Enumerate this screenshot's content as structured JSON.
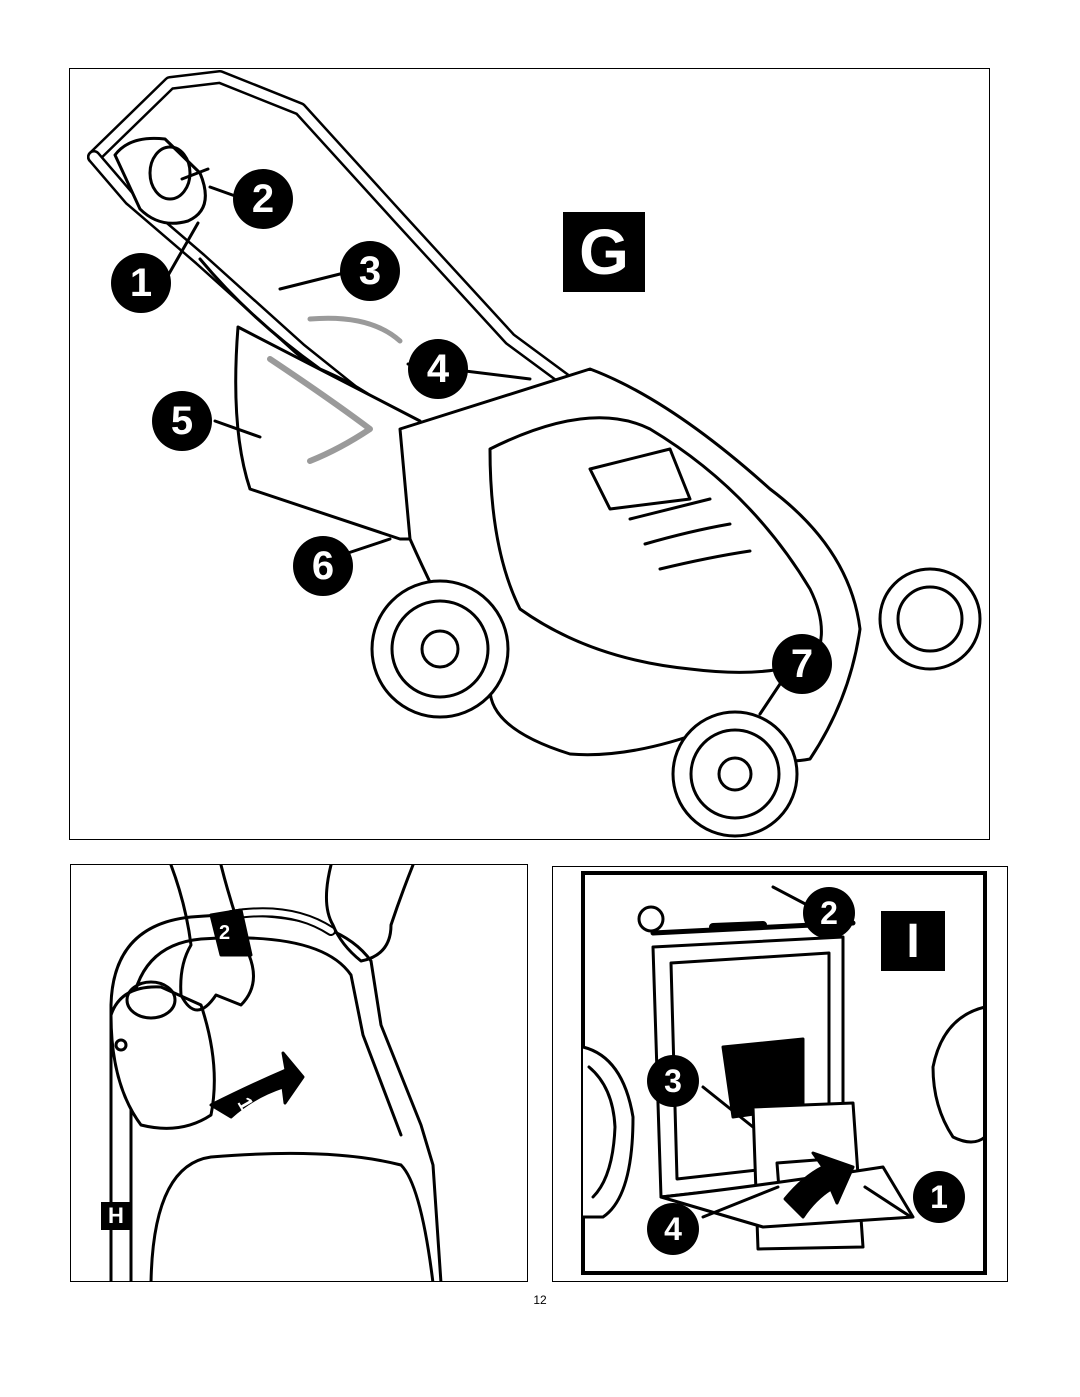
{
  "figures": {
    "g": {
      "tag": "G",
      "callouts": [
        "1",
        "2",
        "3",
        "4",
        "5",
        "6",
        "7"
      ]
    },
    "h": {
      "tag": "H",
      "steps": [
        "1",
        "2"
      ]
    },
    "i": {
      "tag": "I",
      "callouts": [
        "1",
        "2",
        "3",
        "4"
      ]
    }
  },
  "page_number": "12",
  "colors": {
    "ink": "#000000",
    "paper": "#ffffff",
    "shade": "#9a9a9a"
  }
}
